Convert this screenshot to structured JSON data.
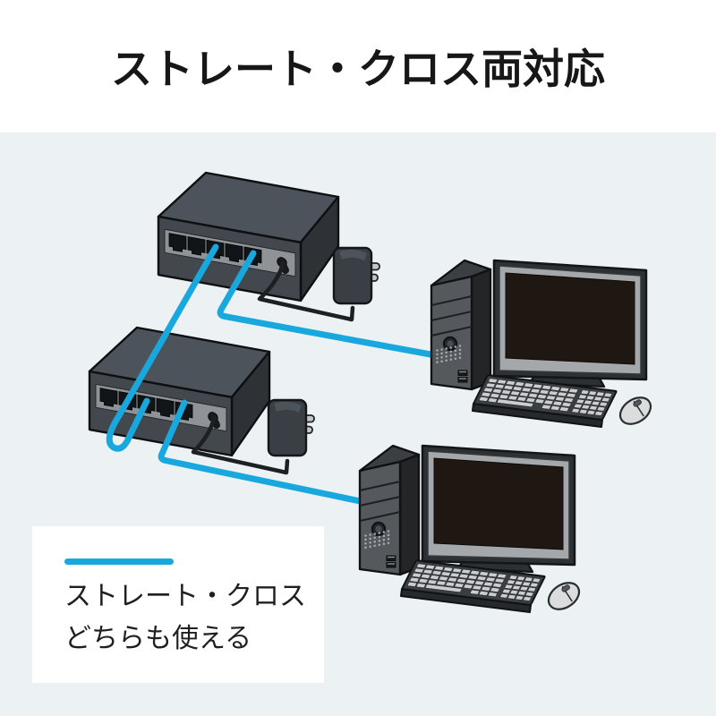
{
  "title": "ストレート・クロス両対応",
  "legend": {
    "lines": [
      "ストレート・クロス",
      "どちらも使える"
    ],
    "key_color": "#18a8de"
  },
  "colors": {
    "page_background": "#ffffff",
    "stage_background": "#ecf2f4",
    "cable": "#18a8de",
    "device_body": "#43484e",
    "outline": "#0f1113",
    "text": "#1a1a1a"
  },
  "scene": {
    "devices": [
      "lan-switch-top",
      "lan-switch-bottom",
      "desktop-pc-top",
      "desktop-pc-bottom",
      "ac-adapter-top",
      "ac-adapter-bottom"
    ],
    "connections": [
      "switch-top port3 to switch-bottom port3 (looped cable)",
      "switch-top port5 to desktop-pc-top",
      "switch-bottom port5 to desktop-pc-bottom"
    ]
  }
}
